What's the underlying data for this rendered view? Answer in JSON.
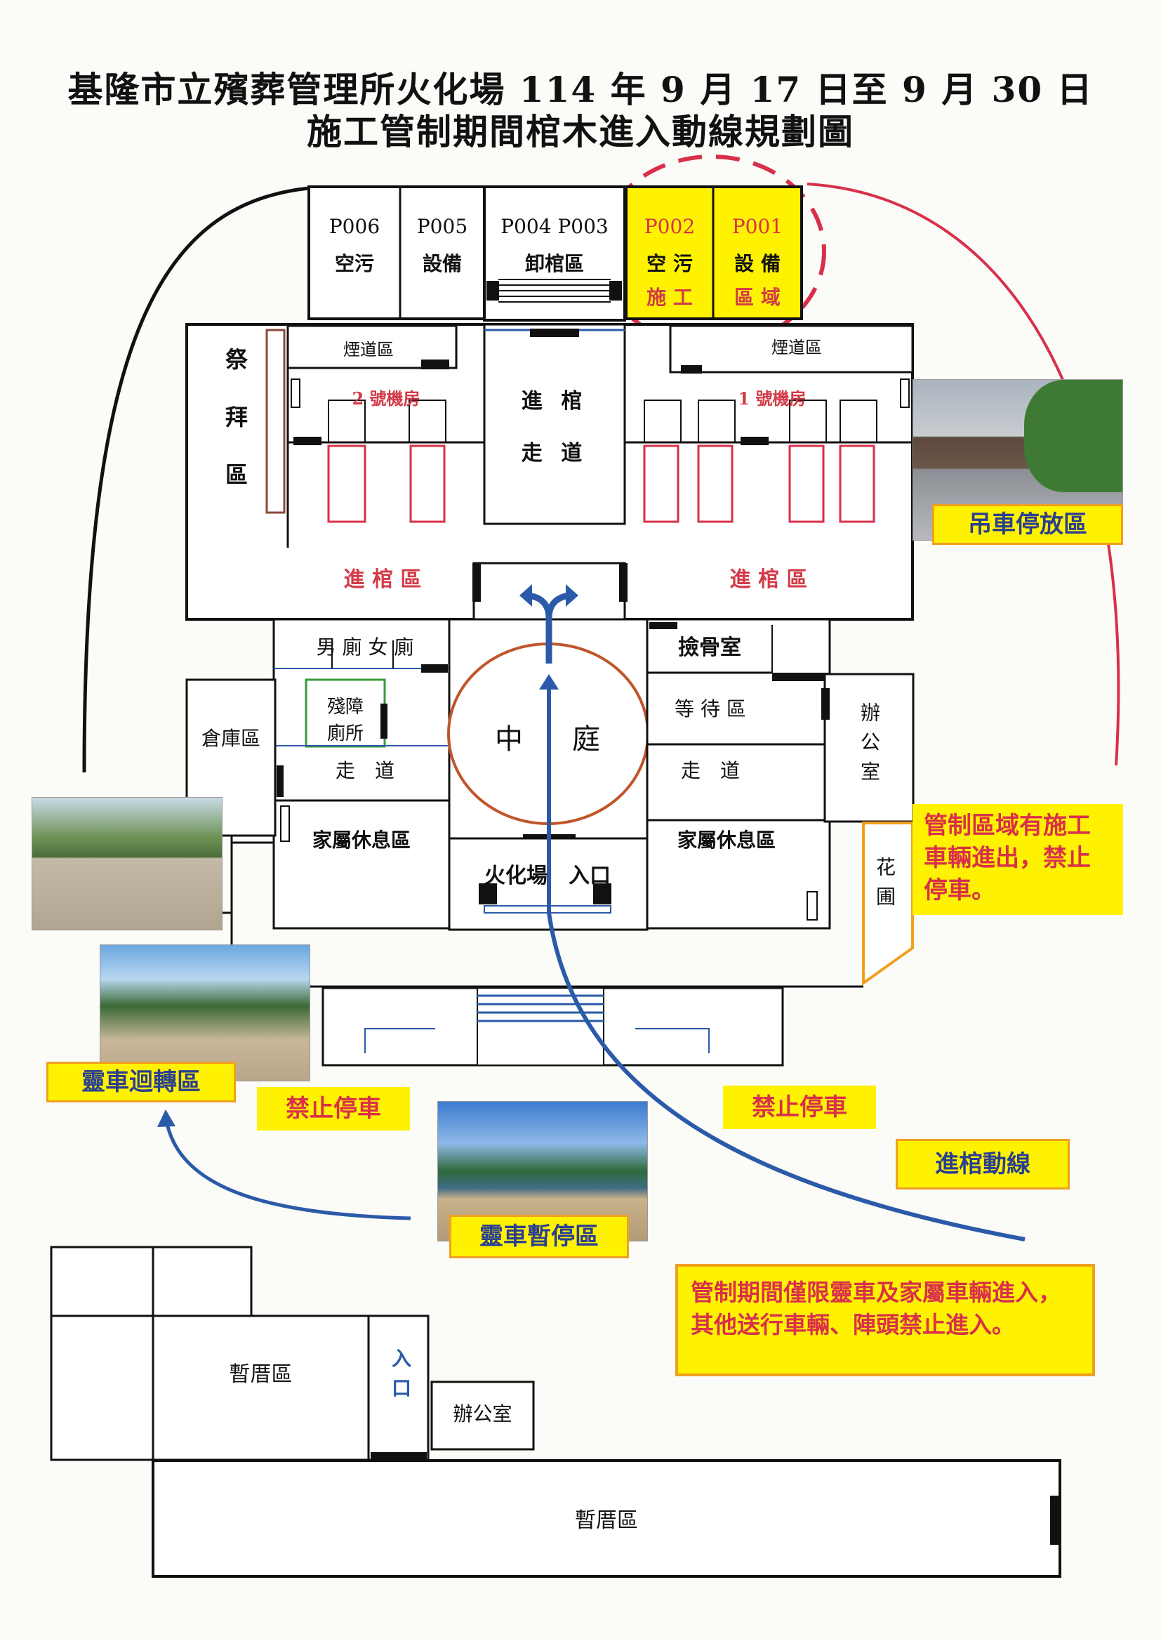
{
  "title": {
    "line1": "基隆市立殯葬管理所火化場 114 年 9 月 17 日至 9 月 30 日",
    "line2": "施工管制期間棺木進入動線規劃圖"
  },
  "rooms": {
    "p006": "P006",
    "p006_sub": "空污",
    "p005": "P005",
    "p005_sub": "設備",
    "p004_p003": "P004 P003",
    "unload": "卸棺區",
    "p002": "P002",
    "p002_sub": "空 污",
    "p002_work": "施 工",
    "p001": "P001",
    "p001_sub": "設 備",
    "p001_work": "區 域",
    "flue_left": "煙道區",
    "flue_right": "煙道區",
    "machine2": "2 號機房",
    "machine1": "1 號機房",
    "corridor_a": "進 棺",
    "corridor_b": "走 道",
    "worship": "祭拜區",
    "coffin_area_left": "進 棺 區",
    "coffin_area_right": "進 棺 區",
    "toilet": "男 廁 女 廁",
    "accessible_a": "殘障",
    "accessible_b": "廁所",
    "storage": "倉庫區",
    "walk_left": "走　道",
    "family_left": "家屬休息區",
    "courtyard_a": "中",
    "courtyard_b": "庭",
    "bone": "撿骨室",
    "waiting": "等 待 區",
    "walk_right": "走　道",
    "family_right": "家屬休息區",
    "office_right": "辦公室",
    "garden": "花圃",
    "entrance": "火化場　入口",
    "temp_upper": "暫厝區",
    "entry_small": "入口",
    "office_small": "辦公室",
    "temp_lower": "暫厝區"
  },
  "notes": {
    "crane": "吊車停放區",
    "construction": "管制區域有施工車輛進出，禁止停車。",
    "turn": "靈車迴轉區",
    "no_park_left": "禁止停車",
    "no_park_right": "禁止停車",
    "route": "進棺動線",
    "hearse_stop": "靈車暫停區",
    "restriction": "管制期間僅限靈車及家屬車輛進入，其他送行車輛、陣頭禁止進入。"
  },
  "colors": {
    "yellow": "#fff200",
    "red_dash": "#d9304a",
    "route_blue": "#2b5aa8",
    "orange_border": "#f0a020",
    "court_ring": "#c0552a"
  }
}
